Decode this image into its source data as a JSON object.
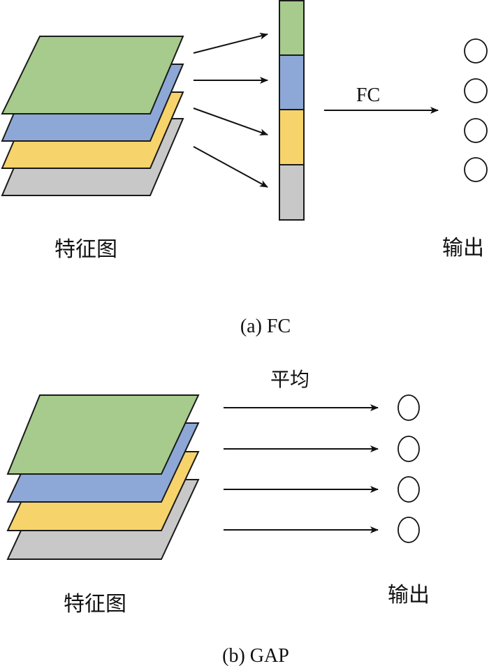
{
  "colors": {
    "green": "#a6cb8d",
    "blue": "#8da8d6",
    "yellow": "#f7d36b",
    "gray": "#c8c8c8",
    "stroke": "#1a1a1a"
  },
  "panel_a": {
    "feature_map_label": "特征图",
    "fc_label": "FC",
    "output_label": "输出",
    "caption": "(a) FC",
    "layers": [
      "green",
      "blue",
      "yellow",
      "gray"
    ],
    "vector_segments": [
      "green",
      "blue",
      "yellow",
      "gray"
    ],
    "output_node_count": 4
  },
  "panel_b": {
    "average_label": "平均",
    "feature_map_label": "特征图",
    "output_label": "输出",
    "caption": "(b) GAP",
    "layers": [
      "green",
      "blue",
      "yellow",
      "gray"
    ],
    "output_node_count": 4
  }
}
